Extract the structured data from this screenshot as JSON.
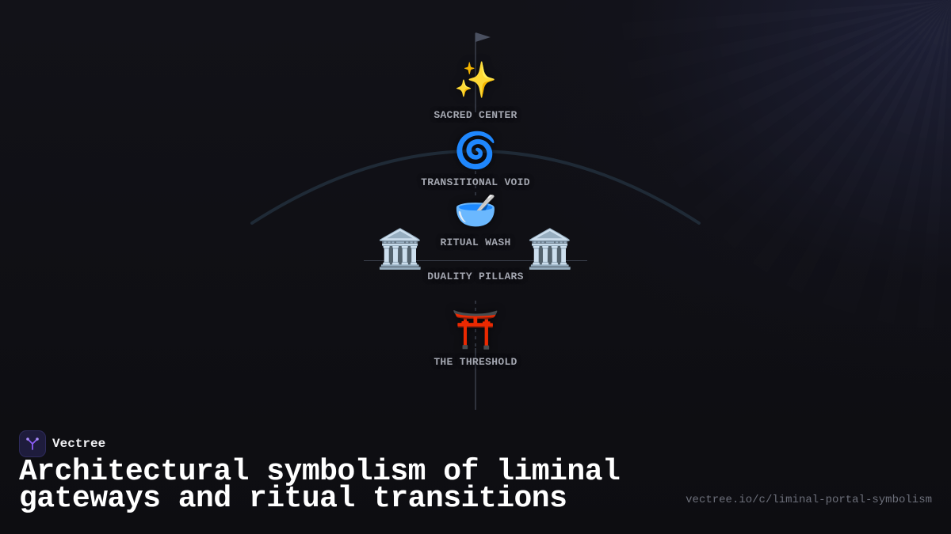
{
  "diagram": {
    "nodes": [
      {
        "id": "sacred-center",
        "icon": "sparkles",
        "glyph": "✨",
        "label": "SACRED CENTER"
      },
      {
        "id": "transitional-void",
        "icon": "cyclone",
        "glyph": "🌀",
        "label": "TRANSITIONAL VOID"
      },
      {
        "id": "ritual-wash",
        "icon": "bowl-with-spoon",
        "glyph": "🥣",
        "label": "RITUAL WASH"
      },
      {
        "id": "duality-pillars",
        "icon": "classical-building",
        "glyph": "🏛️",
        "label": "DUALITY PILLARS"
      },
      {
        "id": "threshold",
        "icon": "torii-gate",
        "glyph": "⛩️",
        "label": "THE THRESHOLD"
      }
    ],
    "colors": {
      "axis": "#3a3f4b",
      "arc": "#1f2a36",
      "flag": "#4a5060",
      "label": "#a3a6b0"
    }
  },
  "brand": {
    "name": "Vectree",
    "logo_icon": "vectree-tree-logo",
    "logo_color": "#8b5cf6"
  },
  "footer": {
    "title": "Architectural symbolism of liminal gateways and ritual transitions",
    "url": "vectree.io/c/liminal-portal-symbolism"
  }
}
